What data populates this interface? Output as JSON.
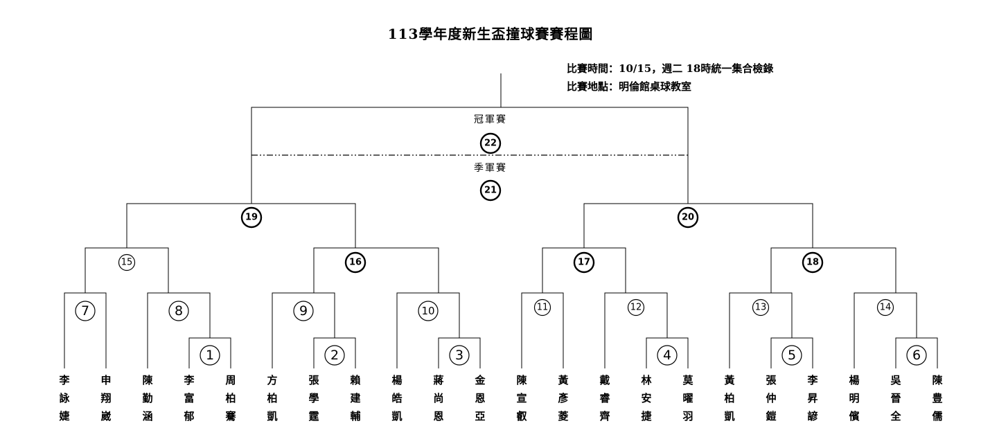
{
  "header": {
    "title": "113學年度新生盃撞球賽賽程圖",
    "time": "比賽時間：10/15，週二 18時統一集合檢錄",
    "venue": "比賽地點：明倫館桌球教室"
  },
  "finals": {
    "champion_label": "冠軍賽",
    "third_label": "季軍賽"
  },
  "matches": [
    {
      "num": "1",
      "bold": false
    },
    {
      "num": "2",
      "bold": false
    },
    {
      "num": "3",
      "bold": false
    },
    {
      "num": "4",
      "bold": false
    },
    {
      "num": "5",
      "bold": false
    },
    {
      "num": "6",
      "bold": false
    },
    {
      "num": "7",
      "bold": false
    },
    {
      "num": "8",
      "bold": false
    },
    {
      "num": "9",
      "bold": false
    },
    {
      "num": "10",
      "bold": false
    },
    {
      "num": "11",
      "bold": false
    },
    {
      "num": "12",
      "bold": false
    },
    {
      "num": "13",
      "bold": false
    },
    {
      "num": "14",
      "bold": false
    },
    {
      "num": "15",
      "bold": false
    },
    {
      "num": "16",
      "bold": true
    },
    {
      "num": "17",
      "bold": true
    },
    {
      "num": "18",
      "bold": true
    },
    {
      "num": "19",
      "bold": true
    },
    {
      "num": "20",
      "bold": true
    },
    {
      "num": "21",
      "bold": true
    },
    {
      "num": "22",
      "bold": true
    }
  ],
  "players": [
    "李詠婕",
    "申翔崴",
    "陳勤涵",
    "李富郁",
    "周柏騫",
    "方柏凱",
    "張學霆",
    "賴建輔",
    "楊皓凱",
    "蔣尚恩",
    "金恩亞",
    "陳宣叡",
    "黃彥菱",
    "戴睿齊",
    "林安捷",
    "莫曜羽",
    "黃柏凱",
    "張仲鎧",
    "李昇諺",
    "楊明儐",
    "吳晉全",
    "陳豊儒"
  ]
}
